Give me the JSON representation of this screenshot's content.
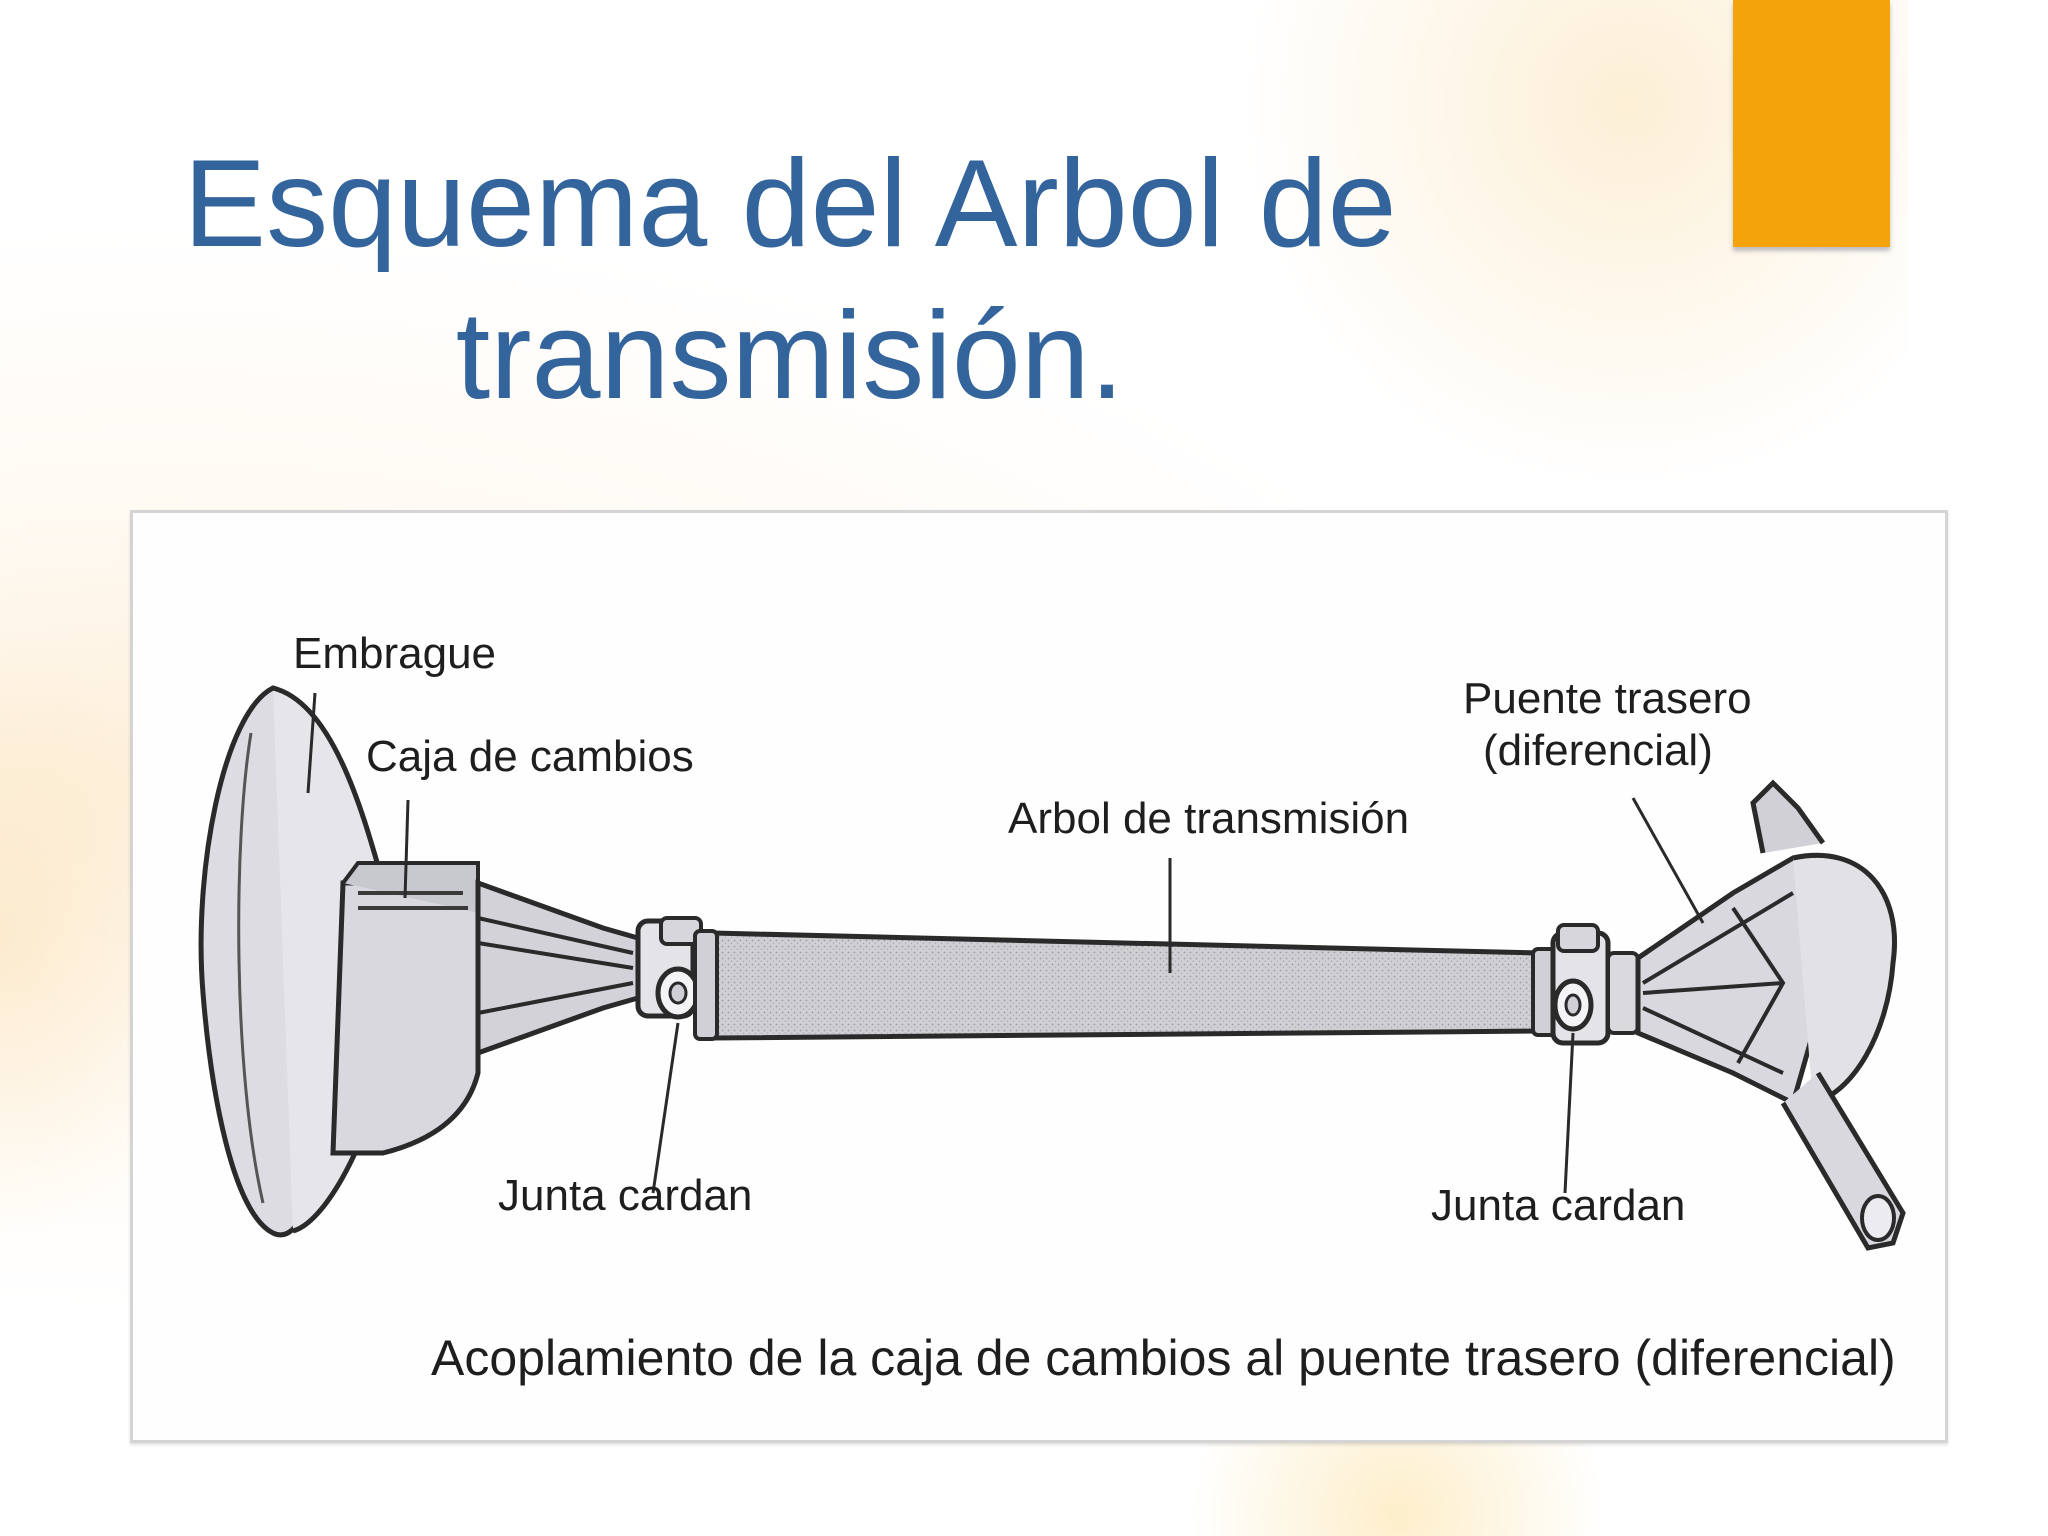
{
  "slide": {
    "title_line1": "Esquema del Arbol de",
    "title_line2": "transmisión.",
    "accent_color": "#f2a40a",
    "title_color": "#33649c"
  },
  "diagram": {
    "labels": {
      "embrague": "Embrague",
      "caja_de_cambios": "Caja de cambios",
      "arbol": "Arbol de transmisión",
      "puente_line1": "Puente trasero",
      "puente_line2": "(diferencial)",
      "junta_left": "Junta cardan",
      "junta_right": "Junta cardan"
    },
    "caption": "Acoplamiento de la caja de cambios al puente trasero (diferencial)"
  }
}
